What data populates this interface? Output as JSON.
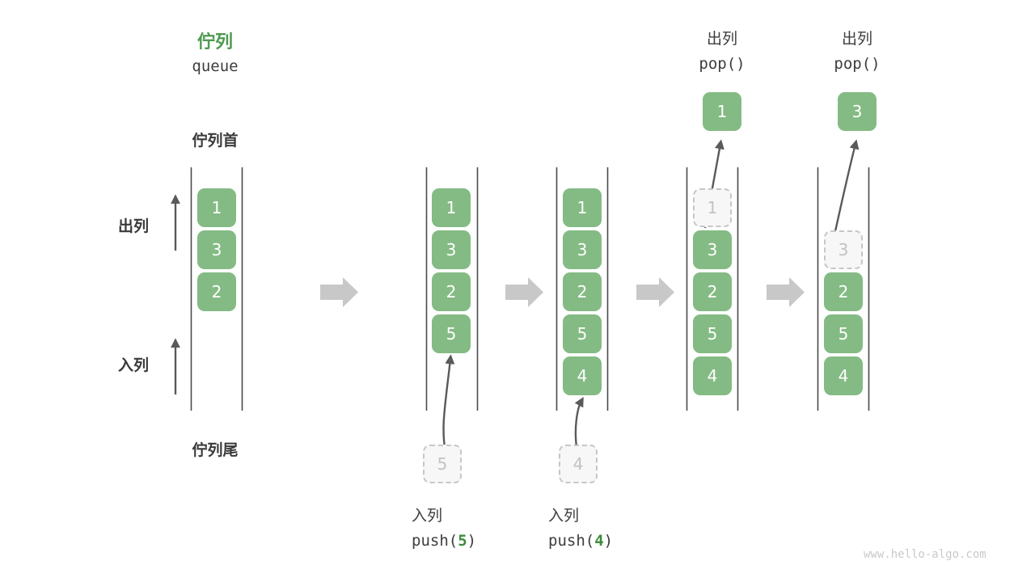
{
  "header": {
    "title_cn": "佇列",
    "title_en": "queue",
    "head_label": "佇列首",
    "tail_label": "佇列尾"
  },
  "side": {
    "pop_label": "出列",
    "push_label": "入列"
  },
  "colors": {
    "accent_green": "#84bb84",
    "title_green": "#4e9a51",
    "code_value_green": "#3d8b3d",
    "rail_gray": "#4a4a4a",
    "ghost_fill": "#f7f7f7",
    "ghost_border": "#c6c6c6",
    "transition_arrow": "#c8c8c8",
    "curve_arrow": "#5a5a5a",
    "text_dark": "#3d3d3d",
    "watermark": "#c9c9c9"
  },
  "columns": [
    {
      "id": "initial",
      "caption_cn": "",
      "caption_code": "",
      "cells": [
        {
          "value": "1",
          "state": "filled"
        },
        {
          "value": "3",
          "state": "filled"
        },
        {
          "value": "2",
          "state": "filled"
        }
      ],
      "incoming": null,
      "outgoing": null
    },
    {
      "id": "push-5",
      "caption_cn": "入列",
      "caption_code_prefix": "push(",
      "caption_code_value": "5",
      "caption_code_suffix": ")",
      "cells": [
        {
          "value": "1",
          "state": "filled"
        },
        {
          "value": "3",
          "state": "filled"
        },
        {
          "value": "2",
          "state": "filled"
        },
        {
          "value": "5",
          "state": "filled"
        }
      ],
      "incoming": {
        "value": "5",
        "state": "ghost"
      },
      "outgoing": null
    },
    {
      "id": "push-4",
      "caption_cn": "入列",
      "caption_code_prefix": "push(",
      "caption_code_value": "4",
      "caption_code_suffix": ")",
      "cells": [
        {
          "value": "1",
          "state": "filled"
        },
        {
          "value": "3",
          "state": "filled"
        },
        {
          "value": "2",
          "state": "filled"
        },
        {
          "value": "5",
          "state": "filled"
        },
        {
          "value": "4",
          "state": "filled"
        }
      ],
      "incoming": {
        "value": "4",
        "state": "ghost"
      },
      "outgoing": null
    },
    {
      "id": "pop-1",
      "top_caption_cn": "出列",
      "top_caption_code": "pop()",
      "cells": [
        {
          "value": "1",
          "state": "ghost"
        },
        {
          "value": "3",
          "state": "filled"
        },
        {
          "value": "2",
          "state": "filled"
        },
        {
          "value": "5",
          "state": "filled"
        },
        {
          "value": "4",
          "state": "filled"
        }
      ],
      "incoming": null,
      "outgoing": {
        "value": "1",
        "state": "filled"
      }
    },
    {
      "id": "pop-3",
      "top_caption_cn": "出列",
      "top_caption_code": "pop()",
      "cells": [
        {
          "value": "",
          "state": "empty"
        },
        {
          "value": "3",
          "state": "ghost"
        },
        {
          "value": "2",
          "state": "filled"
        },
        {
          "value": "5",
          "state": "filled"
        },
        {
          "value": "4",
          "state": "filled"
        }
      ],
      "incoming": null,
      "outgoing": {
        "value": "3",
        "state": "filled"
      }
    }
  ],
  "footer": {
    "watermark": "www.hello-algo.com"
  }
}
